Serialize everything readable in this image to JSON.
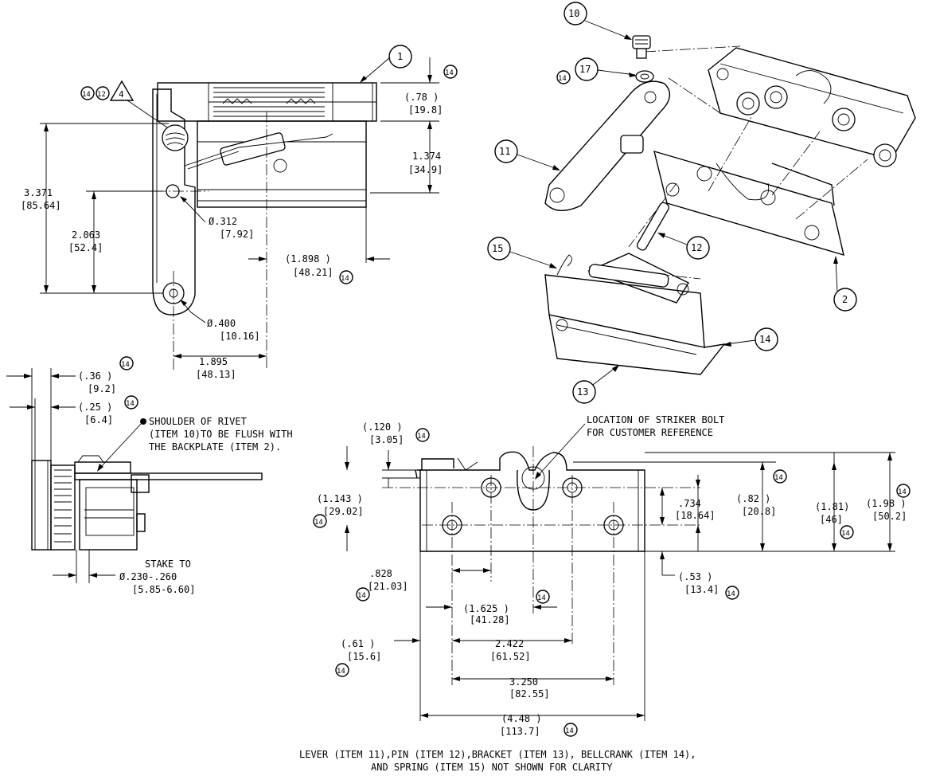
{
  "balloons": {
    "b1": "1",
    "b2": "2",
    "b10": "10",
    "b11": "11",
    "b12": "12",
    "b13": "13",
    "b14": "14",
    "b15": "15",
    "b17": "17"
  },
  "flags": {
    "f14": "14",
    "f12": "12",
    "note4": "4"
  },
  "front_view": {
    "d_078": "(.78   )",
    "d_078m": "[19.8]",
    "d_1374": "1.374",
    "d_1374m": "[34.9]",
    "d_3371": "3.371",
    "d_3371m": "[85.64]",
    "d_2063": "2.063",
    "d_2063m": "[52.4]",
    "d_312": "Ø.312",
    "d_312m": "[7.92]",
    "d_1898": "(1.898   )",
    "d_1898m": "[48.21]",
    "d_400": "Ø.400",
    "d_400m": "[10.16]",
    "d_1895": "1.895",
    "d_1895m": "[48.13]"
  },
  "side_view": {
    "d_036": "(.36   )",
    "d_036m": "[9.2]",
    "d_025": "(.25   )",
    "d_025m": "[6.4]",
    "shoulder_1": "SHOULDER OF RIVET",
    "shoulder_2": "(ITEM 10)TO BE FLUSH WITH",
    "shoulder_3": "THE BACKPLATE (ITEM 2).",
    "stake_1": "STAKE TO",
    "stake_2": "Ø.230-.260",
    "stake_3": "[5.85-6.60]"
  },
  "plan_view": {
    "d_120": "(.120   )",
    "d_120m": "[3.05]",
    "striker_1": "LOCATION OF STRIKER BOLT",
    "striker_2": "FOR CUSTOMER REFERENCE",
    "d_1143": "(1.143   )",
    "d_1143m": "[29.02]",
    "d_734": ".734",
    "d_734m": "[18.64]",
    "d_082": "(.82   )",
    "d_082m": "[20.8]",
    "d_181": "(1.81)",
    "d_181m": "[46]",
    "d_198": "(1.98   )",
    "d_198m": "[50.2]",
    "d_828": ".828",
    "d_828m": "[21.03]",
    "d_053": "(.53   )",
    "d_053m": "[13.4]",
    "d_1625": "(1.625   )",
    "d_1625m": "[41.28]",
    "d_061": "(.61   )",
    "d_061m": "[15.6]",
    "d_2422": "2.422",
    "d_2422m": "[61.52]",
    "d_3250": "3.250",
    "d_3250m": "[82.55]",
    "d_448": "(4.48   )",
    "d_448m": "[113.7]"
  },
  "footnote": {
    "line1": "LEVER (ITEM 11),PIN (ITEM 12),BRACKET (ITEM 13), BELLCRANK (ITEM 14),",
    "line2": "AND SPRING (ITEM 15) NOT SHOWN FOR CLARITY"
  }
}
